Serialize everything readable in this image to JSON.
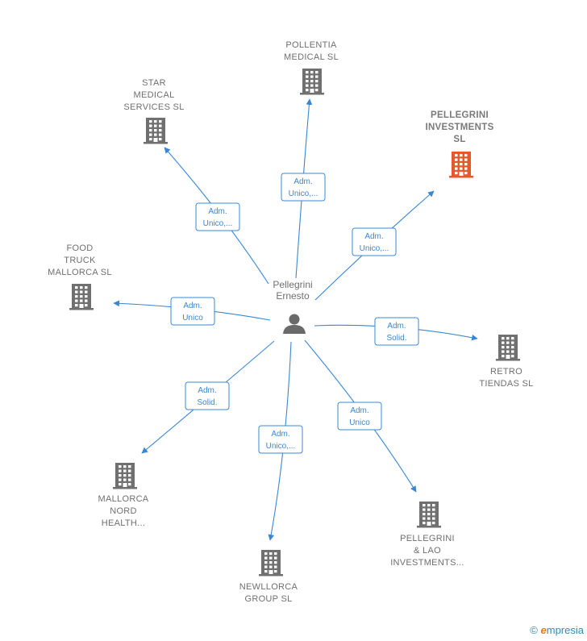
{
  "center": {
    "label_lines": [
      "Pellegrini",
      "Ernesto"
    ],
    "icon": "person-icon"
  },
  "companies": [
    {
      "id": "pollentia",
      "label_lines": [
        "POLLENTIA",
        "MEDICAL  SL"
      ],
      "role_lines": [
        "Adm.",
        "Unico,..."
      ],
      "highlight": false
    },
    {
      "id": "star",
      "label_lines": [
        "STAR",
        "MEDICAL",
        "SERVICES  SL"
      ],
      "role_lines": [
        "Adm.",
        "Unico,..."
      ],
      "highlight": false
    },
    {
      "id": "pellegrini_inv",
      "label_lines": [
        "PELLEGRINI",
        "INVESTMENTS",
        "SL"
      ],
      "role_lines": [
        "Adm.",
        "Unico,..."
      ],
      "highlight": true
    },
    {
      "id": "food",
      "label_lines": [
        "FOOD",
        "TRUCK",
        "MALLORCA  SL"
      ],
      "role_lines": [
        "Adm.",
        "Unico"
      ],
      "highlight": false
    },
    {
      "id": "retro",
      "label_lines": [
        "RETRO",
        "TIENDAS  SL"
      ],
      "role_lines": [
        "Adm.",
        "Solid."
      ],
      "highlight": false
    },
    {
      "id": "mallorca_nord",
      "label_lines": [
        "MALLORCA",
        "NORD",
        "HEALTH..."
      ],
      "role_lines": [
        "Adm.",
        "Solid."
      ],
      "highlight": false
    },
    {
      "id": "newllorca",
      "label_lines": [
        "NEWLLORCA",
        "GROUP  SL"
      ],
      "role_lines": [
        "Adm.",
        "Unico,..."
      ],
      "highlight": false
    },
    {
      "id": "pellegrini_lao",
      "label_lines": [
        "PELLEGRINI",
        "& LAO",
        "INVESTMENTS..."
      ],
      "role_lines": [
        "Adm.",
        "Unico"
      ],
      "highlight": false
    }
  ],
  "colors": {
    "edge": "#3a87d6",
    "building": "#707070",
    "building_highlight": "#e8582a",
    "person": "#6a6a6a"
  },
  "icons": {
    "company": "building-icon",
    "company_highlight": "building-icon-highlighted"
  },
  "watermark": {
    "copyright": "©",
    "brand_initial": "e",
    "brand_rest": "mpresia"
  }
}
